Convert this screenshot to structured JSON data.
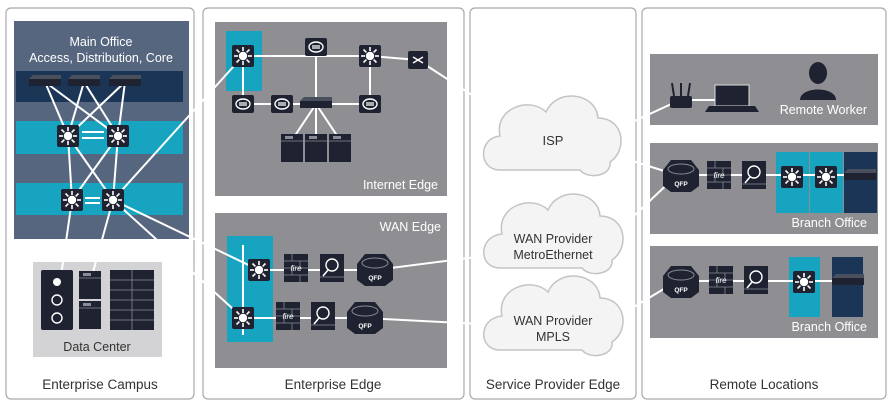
{
  "sections": {
    "campus": "Enterprise Campus",
    "edge": "Enterprise Edge",
    "sp_edge": "Service Provider Edge",
    "remote": "Remote Locations"
  },
  "main_office": {
    "line1": "Main Office",
    "line2": "Access, Distribution, Core"
  },
  "data_center": "Data Center",
  "internet_edge": "Internet Edge",
  "wan_edge": "WAN Edge",
  "clouds": {
    "isp": "ISP",
    "metro_line1": "WAN Provider",
    "metro_line2": "MetroEthernet",
    "mpls_line1": "WAN Provider",
    "mpls_line2": "MPLS"
  },
  "remote_worker": "Remote Worker",
  "branch_office_1": "Branch Office",
  "branch_office_2": "Branch Office",
  "device_labels": {
    "fire": "fire",
    "qfp": "QFP"
  },
  "colors": {
    "dark_panel": "#56667f",
    "mid_panel": "#8f8f93",
    "light_panel": "#d3d3d5",
    "teal": "#17a4c0",
    "navy": "#1b3557",
    "device": "#1f2230"
  }
}
